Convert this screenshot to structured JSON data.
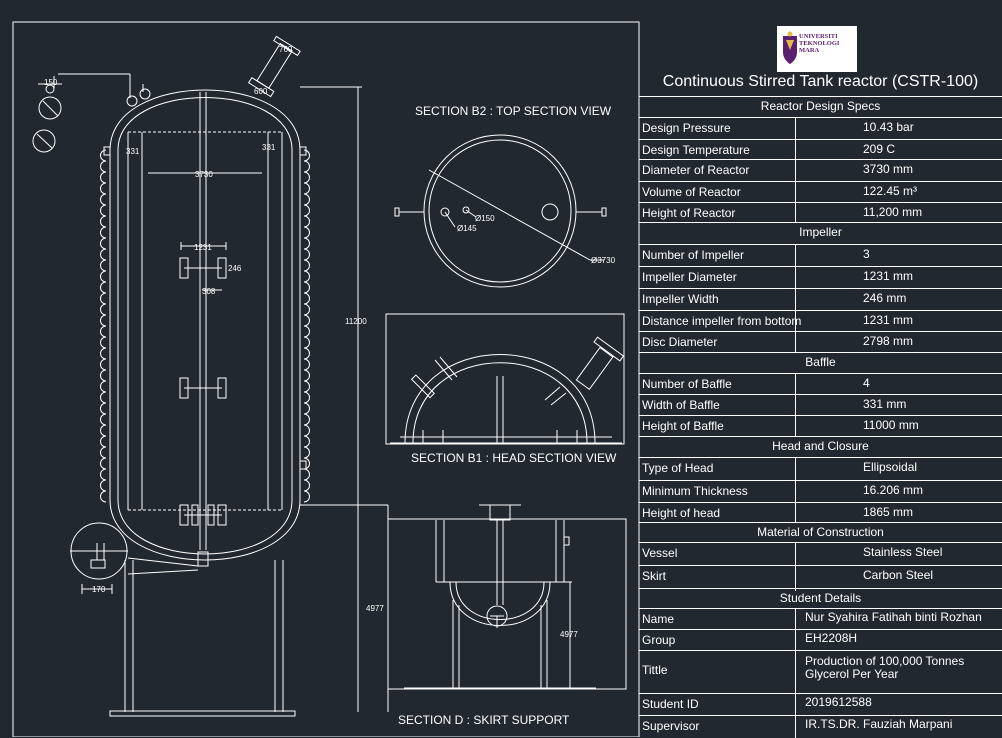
{
  "sections": {
    "top_view": "SECTION B2 : TOP SECTION VIEW",
    "head_view": "SECTION B1 : HEAD SECTION VIEW",
    "skirt_view": "SECTION D : SKIRT SUPPORT"
  },
  "dimensions": {
    "nozzle_top": "760",
    "nozzle_small": "600",
    "nozzle_left": "150",
    "baffle_left": "331",
    "baffle_right": "331",
    "diameter": "3730",
    "impeller_dia": "1231",
    "impeller_w": "246",
    "impeller_gap": "308",
    "height": "11200",
    "skirt": "4977",
    "skirt_detail": "4977",
    "detail_170": "170",
    "top_d1": "Ø150",
    "top_d2": "Ø145",
    "top_d3": "Ø3730"
  },
  "title_block": {
    "logo_line1": "UNIVERSITI",
    "logo_line2": "TEKNOLOGI",
    "logo_line3": "MARA",
    "title": "Continuous Stirred Tank reactor (CSTR-100)",
    "design_header": "Reactor Design Specs",
    "design": [
      {
        "key": "Design Pressure",
        "val": "10.43 bar"
      },
      {
        "key": "Design Temperature",
        "val": "209 C"
      },
      {
        "key": "Diameter of Reactor",
        "val": "3730 mm"
      },
      {
        "key": "Volume of Reactor",
        "val": "122.45 m³"
      },
      {
        "key": "Height  of Reactor",
        "val": "11,200 mm"
      }
    ],
    "impeller_header": "Impeller",
    "impeller": [
      {
        "key": "Number of Impeller",
        "val": "3"
      },
      {
        "key": "Impeller Diameter",
        "val": "1231 mm"
      },
      {
        "key": "Impeller Width",
        "val": "246 mm"
      },
      {
        "key": "Distance impeller from bottom",
        "val": "1231 mm"
      },
      {
        "key": "Disc Diameter",
        "val": "2798 mm"
      }
    ],
    "baffle_header": "Baffle",
    "baffle": [
      {
        "key": "Number of Baffle",
        "val": "4"
      },
      {
        "key": "Width of Baffle",
        "val": "331 mm"
      },
      {
        "key": "Height of Baffle",
        "val": "11000 mm"
      }
    ],
    "head_header": "Head and Closure",
    "head": [
      {
        "key": "Type of Head",
        "val": "Ellipsoidal"
      },
      {
        "key": "Minimum Thickness",
        "val": "16.206 mm"
      },
      {
        "key": "Height of head",
        "val": "1865 mm"
      }
    ],
    "material_header": "Material of Construction",
    "material": [
      {
        "key": "Vessel",
        "val": "Stainless Steel"
      },
      {
        "key": "Skirt",
        "val": "Carbon Steel"
      }
    ],
    "student_header": "Student Details",
    "student": [
      {
        "key": "Name",
        "val": "Nur Syahira Fatihah binti Rozhan"
      },
      {
        "key": "Group",
        "val": "EH2208H"
      },
      {
        "key": "Tittle",
        "val": "Production of 100,000 Tonnes Glycerol Per Year"
      },
      {
        "key": "Student ID",
        "val": "2019612588"
      },
      {
        "key": "Supervisor",
        "val": "IR.TS.DR. Fauziah Marpani"
      }
    ]
  }
}
